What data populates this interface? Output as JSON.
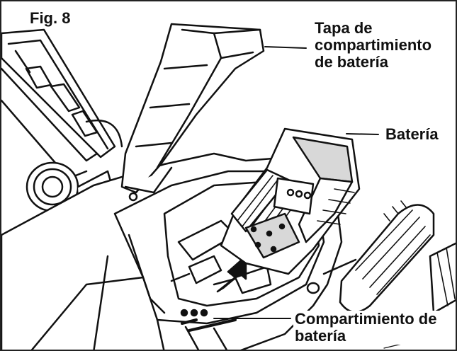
{
  "figure": {
    "fig_label": "Fig. 8",
    "labels": {
      "cover": [
        "Tapa de",
        "compartimiento",
        "de batería"
      ],
      "battery": "Batería",
      "compartment": [
        "Compartimiento de",
        "batería"
      ]
    },
    "colors": {
      "line": "#111111",
      "fill": "#ffffff",
      "shade": "#d8d8d8"
    }
  }
}
